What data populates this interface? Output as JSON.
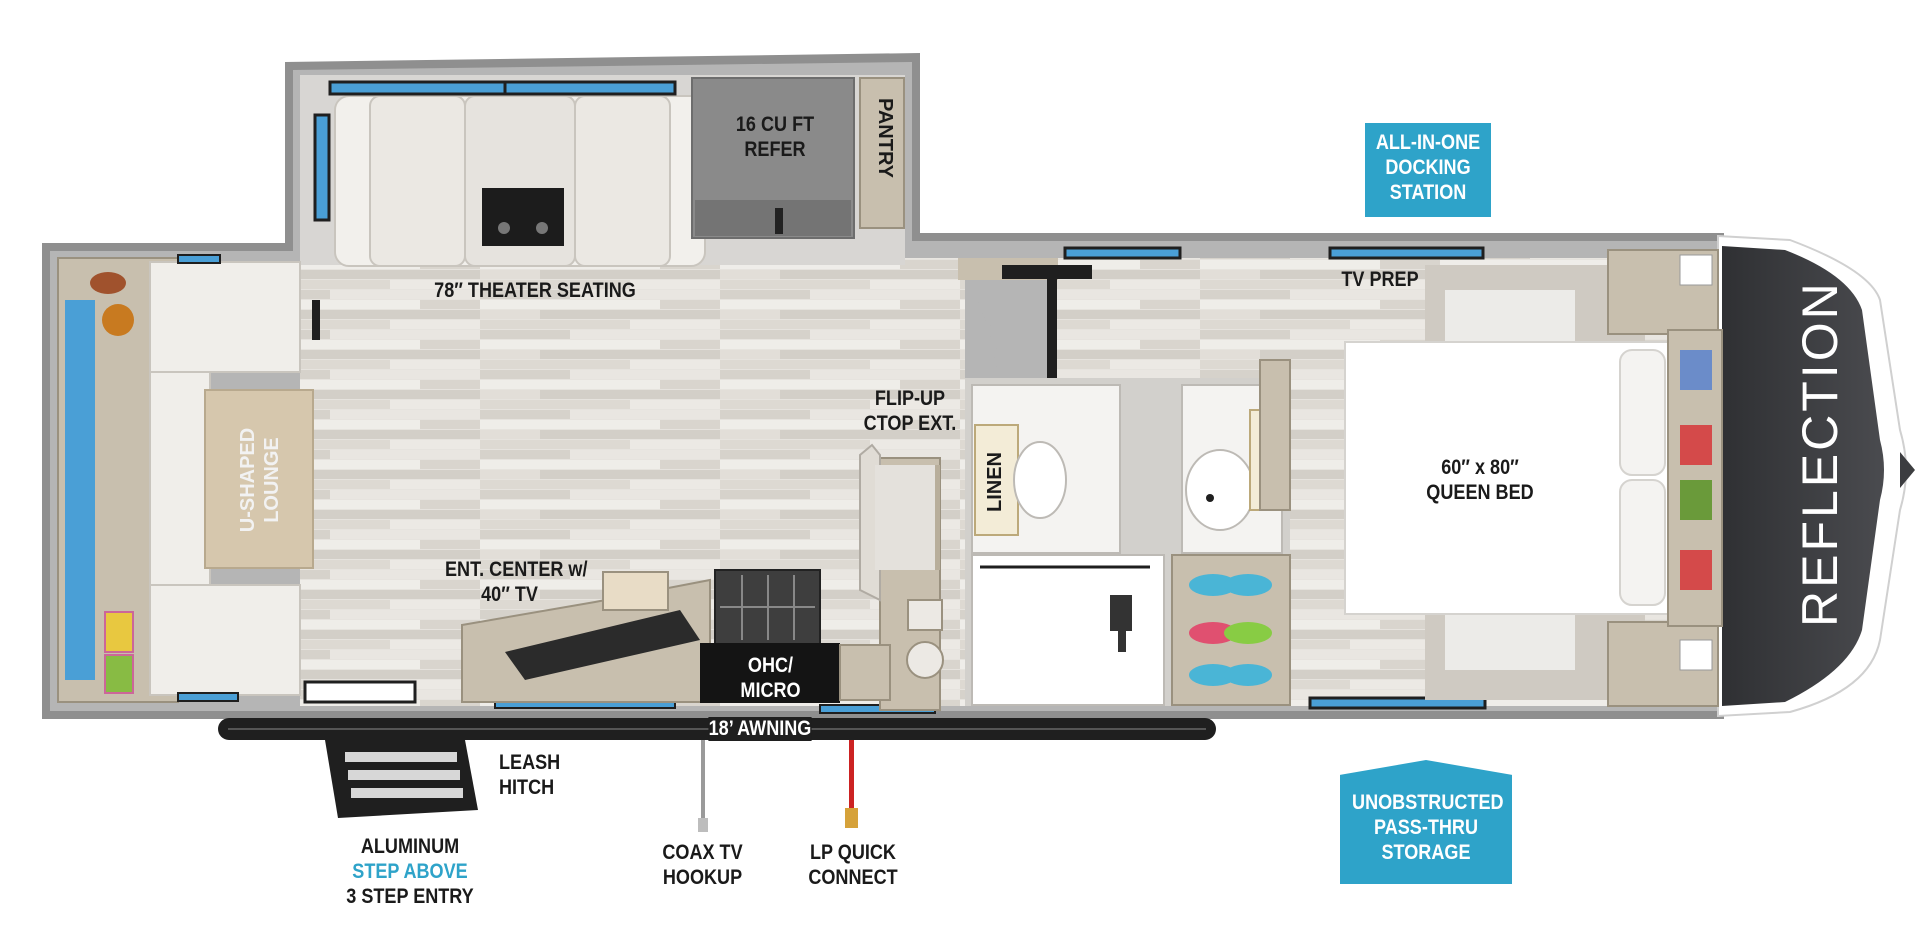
{
  "floorplan": {
    "brand_name": "REFLECTION",
    "labels": {
      "refer": [
        "16 CU FT",
        "REFER"
      ],
      "pantry": "PANTRY",
      "theater_seating": "78″ THEATER SEATING",
      "u_shaped_lounge": [
        "U-SHAPED",
        "LOUNGE"
      ],
      "flip_up": [
        "FLIP-UP",
        "CTOP EXT."
      ],
      "linen": "LINEN",
      "ent_center": [
        "ENT. CENTER w/",
        "40″ TV"
      ],
      "ohc_micro": [
        "OHC/",
        "MICRO"
      ],
      "awning": "18’ AWNING",
      "tv_prep": "TV PREP",
      "queen_bed": [
        "60″ x 80″",
        "QUEEN BED"
      ],
      "leash_hitch": [
        "LEASH",
        "HITCH"
      ],
      "aluminum_step": [
        "ALUMINUM",
        "STEP ABOVE",
        "3 STEP ENTRY"
      ],
      "coax": [
        "COAX TV",
        "HOOKUP"
      ],
      "lp_quick": [
        "LP QUICK",
        "CONNECT"
      ]
    },
    "callouts": {
      "docking": [
        "ALL-IN-ONE",
        "DOCKING",
        "STATION"
      ],
      "storage": [
        "UNOBSTRUCTED",
        "PASS-THRU",
        "STORAGE"
      ]
    },
    "colors": {
      "accent_blue": "#2ea3c9",
      "window_blue": "#4a9fd6",
      "wall_gray": "#8c8c8c",
      "floor_light": "#e3e0da",
      "cabinet_tan": "#c8bfae",
      "front_cap": "#3c3d40"
    },
    "icons": [
      "window-icon",
      "refrigerator-icon",
      "stove-icon",
      "sink-icon",
      "toilet-icon",
      "shower-icon",
      "entry-steps-icon",
      "awning-icon"
    ]
  }
}
